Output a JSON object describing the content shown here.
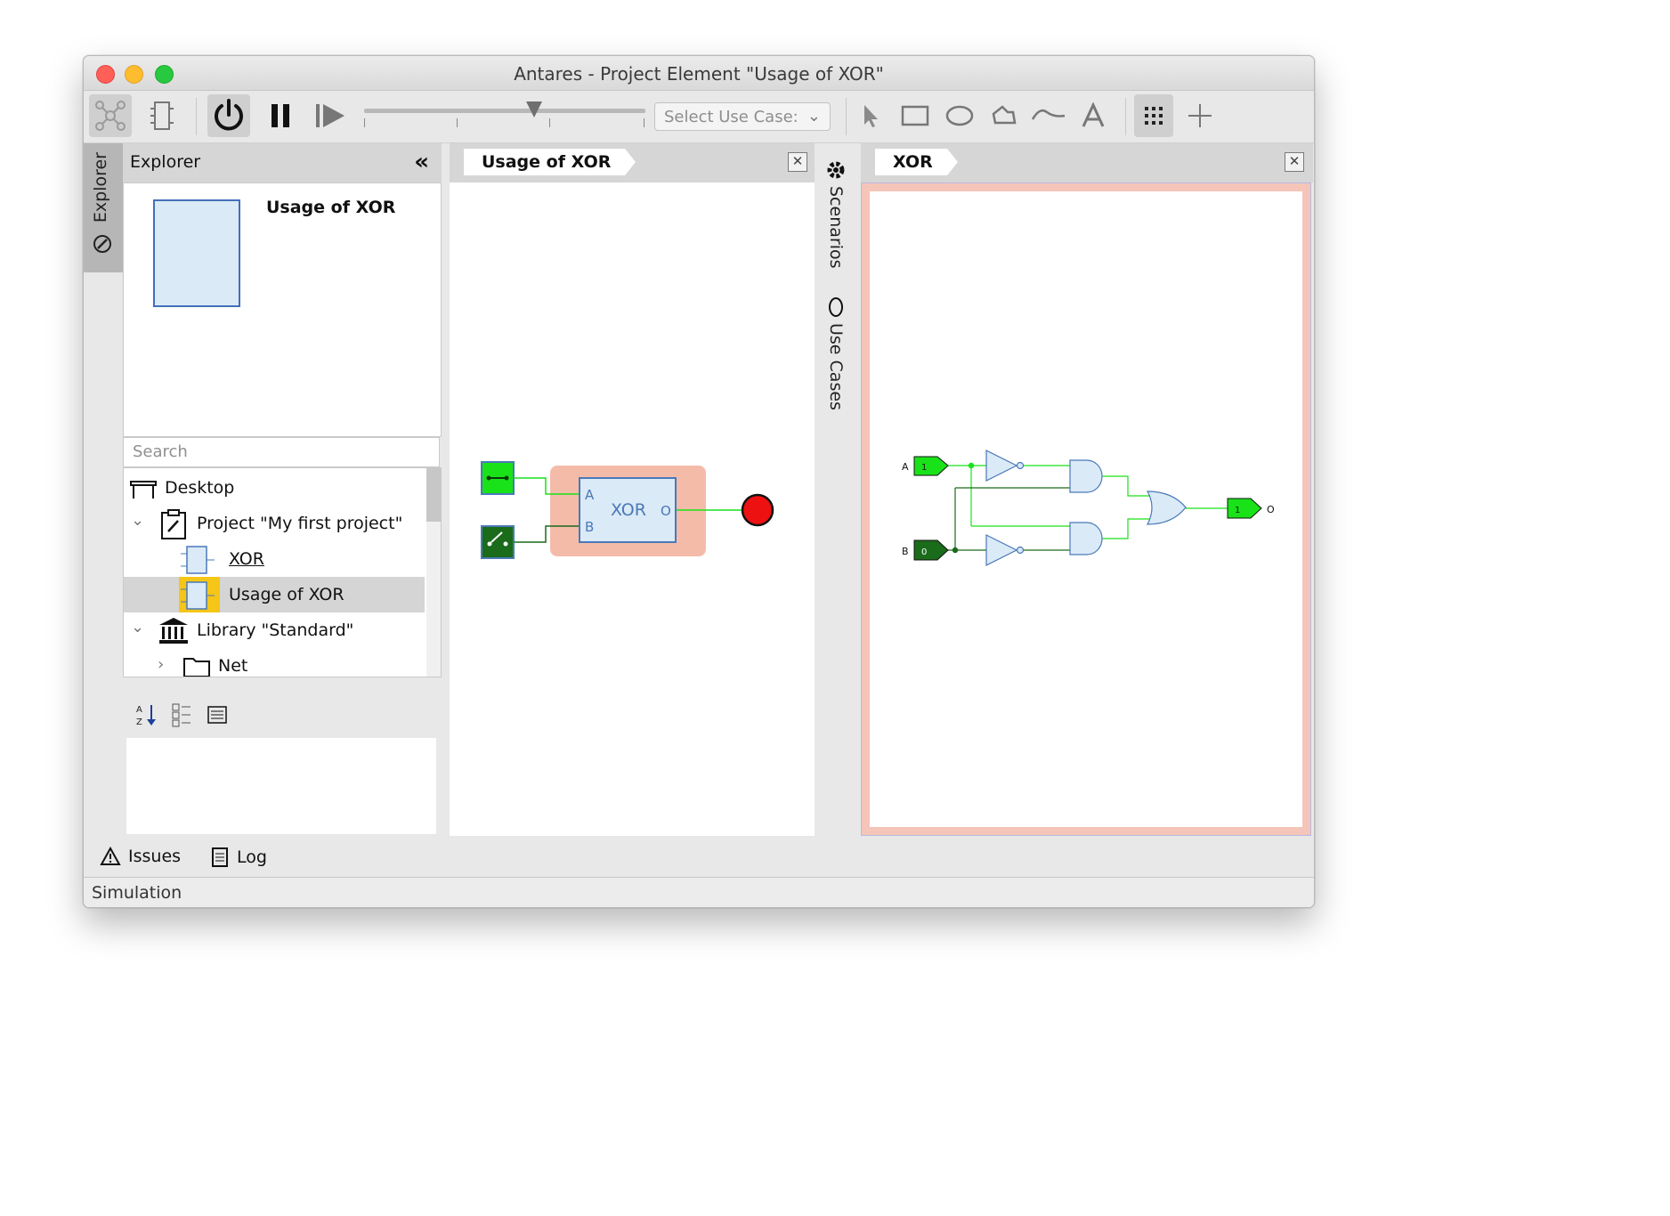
{
  "window": {
    "title": "Antares - Project Element \"Usage of XOR\""
  },
  "toolbar": {
    "use_case_placeholder": "Select Use Case:",
    "icons": [
      "network-icon",
      "component-icon",
      "power-icon",
      "pause-icon",
      "step-icon",
      "pointer-icon",
      "rectangle-icon",
      "ellipse-icon",
      "polygon-icon",
      "curve-icon",
      "text-icon",
      "grid-icon",
      "crosshair-icon"
    ]
  },
  "side_tab": {
    "label": "Explorer"
  },
  "explorer": {
    "title": "Explorer",
    "preview_title": "Usage of XOR",
    "search_placeholder": "Search",
    "tree": [
      {
        "label": "Desktop"
      },
      {
        "label": "Project \"My first project\""
      },
      {
        "label": "XOR"
      },
      {
        "label": "Usage of XOR"
      },
      {
        "label": "Library \"Standard\""
      },
      {
        "label": "Net"
      }
    ]
  },
  "editor_left": {
    "tab": "Usage of XOR",
    "block_label": "XOR",
    "pin_a": "A",
    "pin_b": "B",
    "pin_o": "O"
  },
  "vertical_tabs": {
    "scenarios": "Scenarios",
    "use_cases": "Use Cases"
  },
  "editor_right": {
    "tab": "XOR",
    "input_a_label": "A",
    "input_a_value": "1",
    "input_b_label": "B",
    "input_b_value": "0",
    "output_label": "O",
    "output_value": "1"
  },
  "bottom": {
    "issues": "Issues",
    "log": "Log",
    "status": "Simulation"
  },
  "colors": {
    "signal_high": "#19e219",
    "signal_low": "#1a6b1a",
    "gate_fill": "#dbeaf7",
    "gate_stroke": "#4a79b8",
    "highlight": "#f4bba9",
    "led_on": "#ee1111",
    "selection": "#f5c518"
  }
}
